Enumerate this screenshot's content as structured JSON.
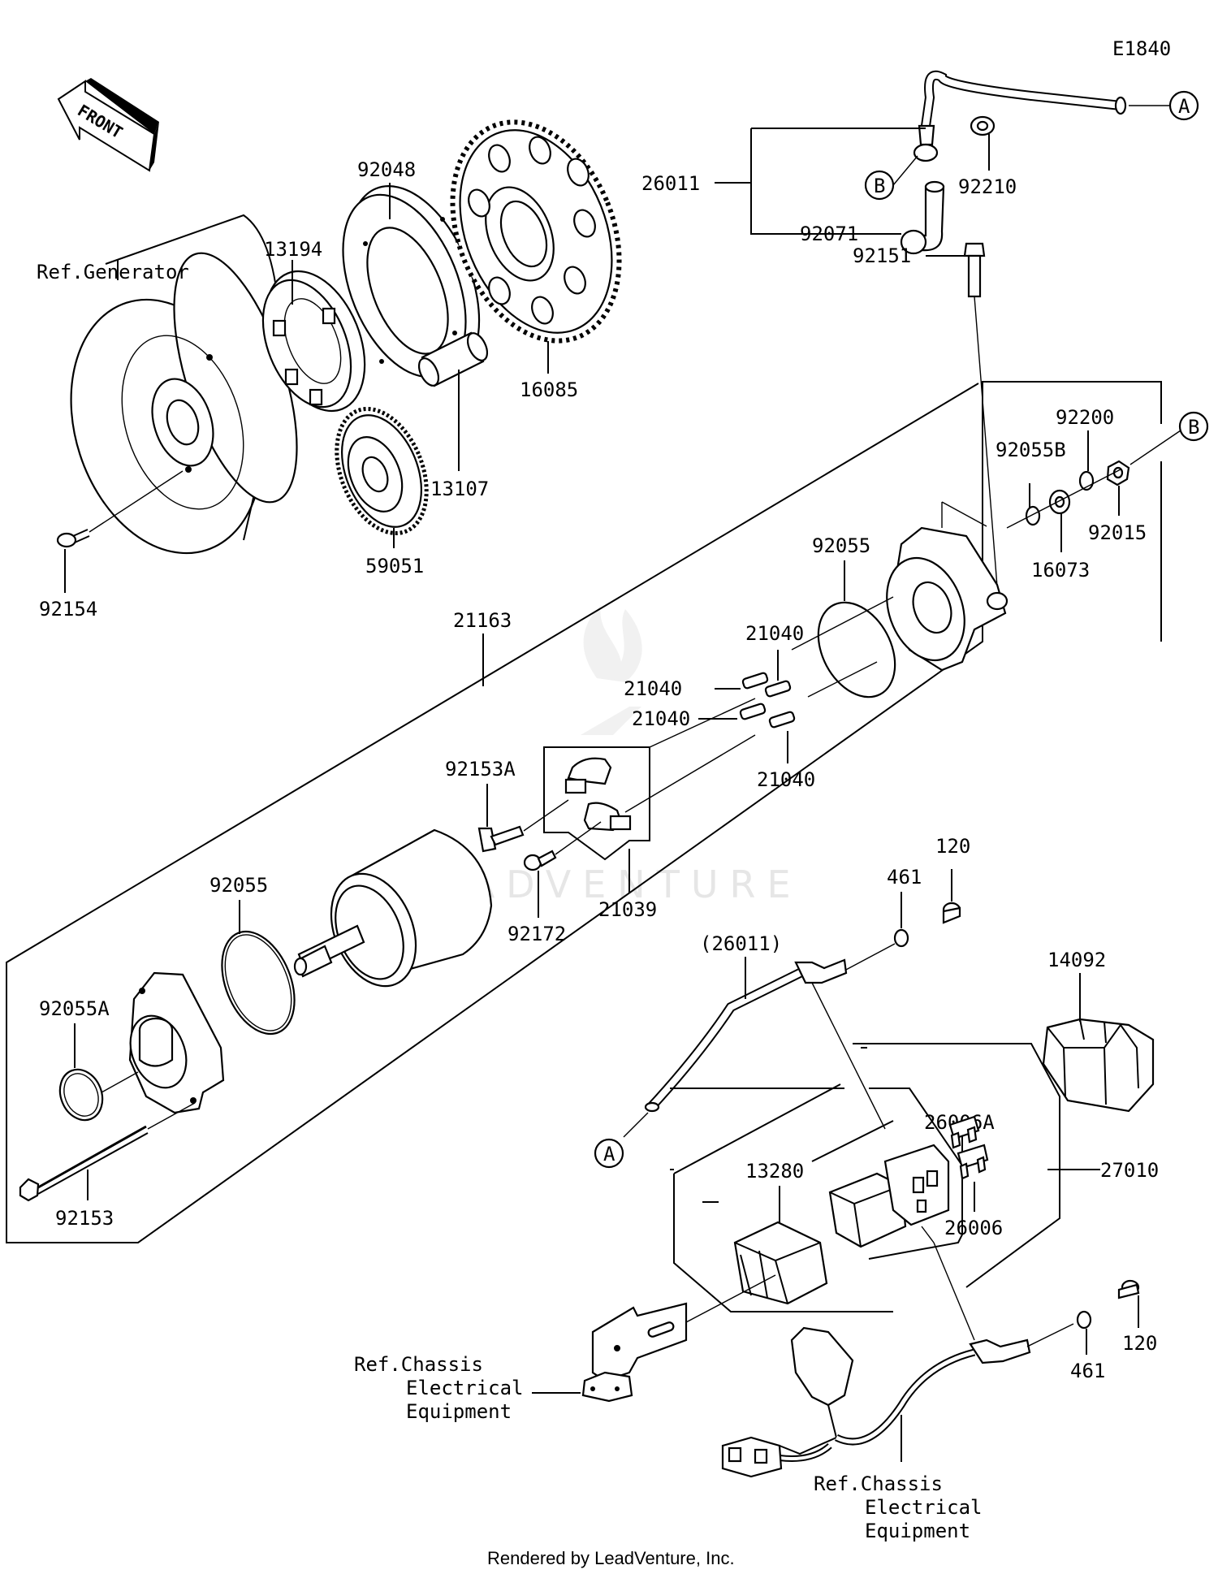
{
  "diagram_code": "E1840",
  "watermark": "LEADVENTURE",
  "footer": "Rendered by LeadVenture, Inc.",
  "front_arrow": "FRONT",
  "callouts": {
    "circle_a_top": "A",
    "circle_b_top": "B",
    "circle_b_right": "B",
    "circle_a_bottom": "A"
  },
  "labels": {
    "ref_generator": "Ref.Generator",
    "p92154": "92154",
    "p13194": "13194",
    "p92048": "92048",
    "p16085": "16085",
    "p13107": "13107",
    "p59051": "59051",
    "p26011": "26011",
    "p92210": "92210",
    "p92071": "92071",
    "p92151": "92151",
    "p92200": "92200",
    "p92055B": "92055B",
    "p92015": "92015",
    "p16073": "16073",
    "p92055_right": "92055",
    "p21163": "21163",
    "p21040_a": "21040",
    "p21040_b": "21040",
    "p21040_c": "21040",
    "p21040_d": "21040",
    "p92153A": "92153A",
    "p92172": "92172",
    "p21039": "21039",
    "p92055_left": "92055",
    "p92055A": "92055A",
    "p92153": "92153",
    "p461_top": "461",
    "p120_top": "120",
    "p26011_paren": "(26011)",
    "p14092": "14092",
    "p26006A": "26006A",
    "p27010": "27010",
    "p13280": "13280",
    "p26006": "26006",
    "ref_chassis_1_line1": "Ref.Chassis",
    "ref_chassis_1_line2": "Electrical",
    "ref_chassis_1_line3": "Equipment",
    "p461_bottom": "461",
    "p120_bottom": "120",
    "ref_chassis_2_line1": "Ref.Chassis",
    "ref_chassis_2_line2": "Electrical",
    "ref_chassis_2_line3": "Equipment"
  },
  "icons": {
    "front_arrow": "front-direction-arrow-icon",
    "watermark_logo": "leadventure-flame-logo-icon"
  }
}
